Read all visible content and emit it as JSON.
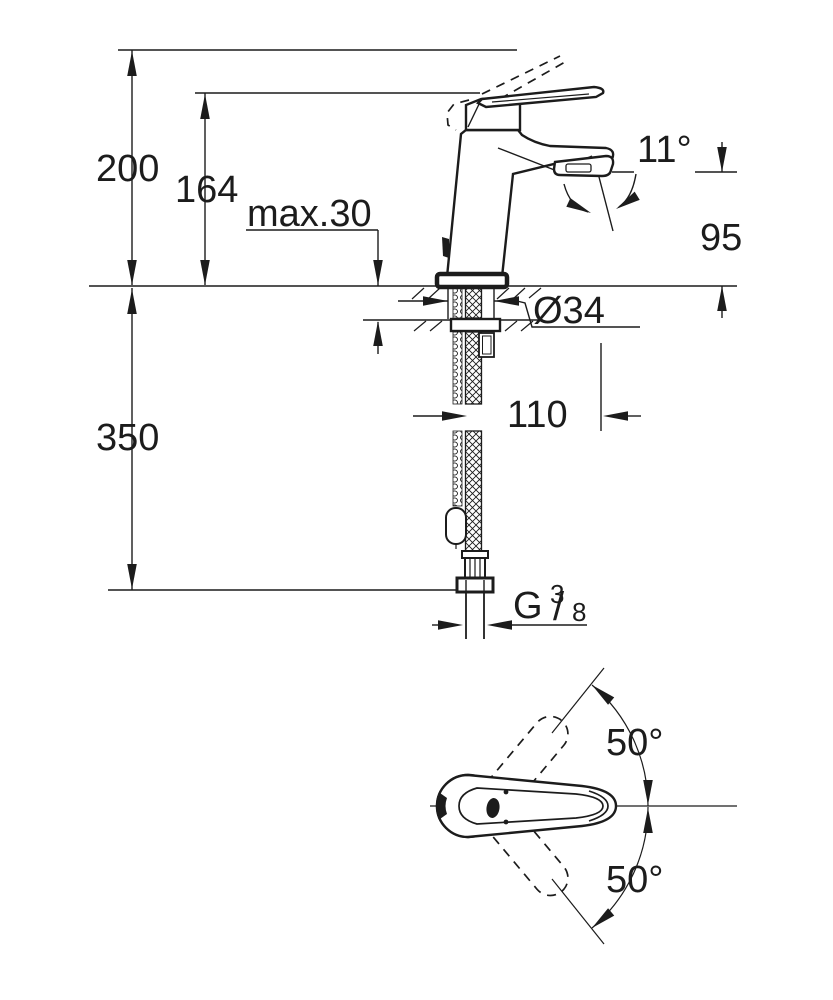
{
  "page": {
    "background": "#ffffff"
  },
  "drawing": {
    "type": "technical-dimension-drawing",
    "subject": "single-lever-basin-mixer",
    "line_color": "#1c1c1c",
    "side_view": {
      "dims": {
        "overall_height": "200",
        "height_to_spout": "164",
        "max_deck_thickness": "max.30",
        "spout_angle": "11°",
        "outlet_height": "95",
        "hole_diameter": "Ø34",
        "spout_reach": "110",
        "hose_length": "350",
        "thread_prefix": "G",
        "thread_numerator": "3",
        "thread_slash": "/",
        "thread_denominator": "8"
      }
    },
    "top_view": {
      "dims": {
        "swivel_angle_up": "50°",
        "swivel_angle_down": "50°"
      }
    }
  }
}
